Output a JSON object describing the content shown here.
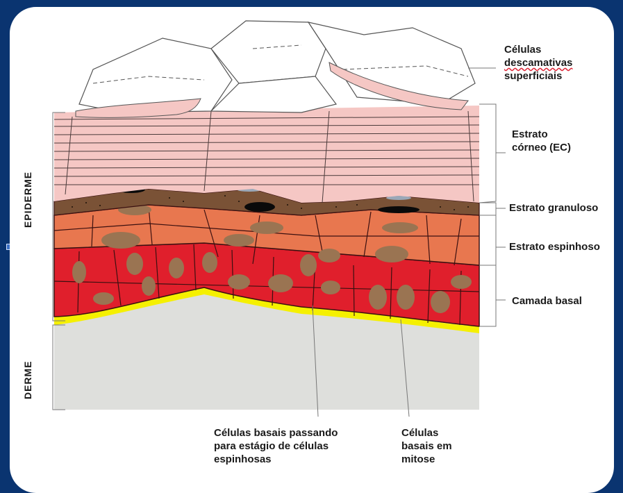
{
  "labels": {
    "celulas_descamativas": [
      "Células",
      "descamativas",
      "superficiais"
    ],
    "estrato_corneo": [
      "Estrato",
      "córneo (EC)"
    ],
    "estrato_granuloso": "Estrato granuloso",
    "estrato_espinhoso": "Estrato espinhoso",
    "camada_basal": "Camada basal",
    "epiderme": "EPIDERME",
    "derme": "DERME",
    "basais_passando": [
      "Células basais passando",
      "para estágio de células",
      "espinhosas"
    ],
    "basais_mitose": [
      "Células",
      "basais em",
      "mitose"
    ]
  },
  "colors": {
    "background": "#0a3470",
    "corneo": "#f5c7c4",
    "granuloso": "#7a5236",
    "espinhoso": "#e8774f",
    "basal": "#e01f2c",
    "membrana": "#f5f000",
    "derme": "#dedfdc",
    "nucleo": "#9a7452"
  }
}
